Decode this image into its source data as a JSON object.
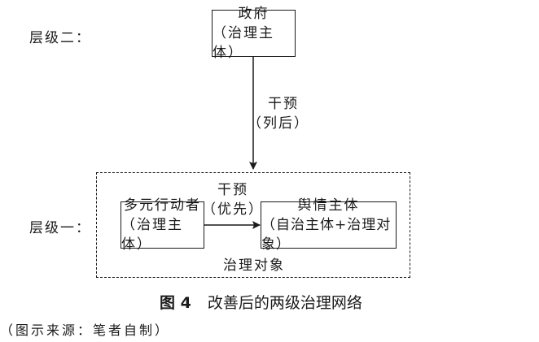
{
  "levels": {
    "level2_label": "层级二：",
    "level1_label": "层级一："
  },
  "government_box": {
    "title": "政府",
    "subtitle": "（治理主体）"
  },
  "vertical_arrow": {
    "label_line1": "干预",
    "label_line2": "（列后）"
  },
  "multi_actor_box": {
    "title": "多元行动者",
    "subtitle": "（治理主体）"
  },
  "horizontal_arrow": {
    "label_line1": "干预",
    "label_line2": "（优先）"
  },
  "public_opinion_box": {
    "title": "舆情主体",
    "subtitle": "（自治主体+治理对象）"
  },
  "dashed_region_label": "治理对象",
  "caption": {
    "figure_no": "图 4",
    "title": "改善后的两级治理网络"
  },
  "source": "（图示来源：笔者自制）"
}
